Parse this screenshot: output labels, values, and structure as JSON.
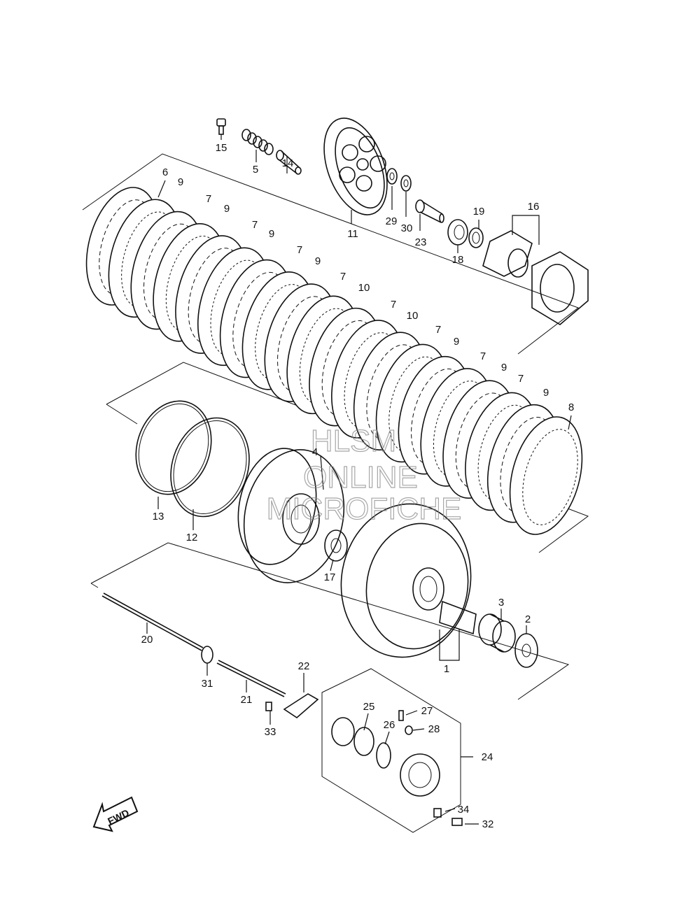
{
  "callouts": [
    {
      "id": "c1",
      "text": "1"
    },
    {
      "id": "c2",
      "text": "2"
    },
    {
      "id": "c3",
      "text": "3"
    },
    {
      "id": "c4",
      "text": "4"
    },
    {
      "id": "c5",
      "text": "5"
    },
    {
      "id": "c6",
      "text": "6"
    },
    {
      "id": "c7a",
      "text": "7"
    },
    {
      "id": "c7b",
      "text": "7"
    },
    {
      "id": "c7c",
      "text": "7"
    },
    {
      "id": "c7d",
      "text": "7"
    },
    {
      "id": "c7e",
      "text": "7"
    },
    {
      "id": "c7f",
      "text": "7"
    },
    {
      "id": "c7g",
      "text": "7"
    },
    {
      "id": "c7h",
      "text": "7"
    },
    {
      "id": "c8",
      "text": "8"
    },
    {
      "id": "c9a",
      "text": "9"
    },
    {
      "id": "c9b",
      "text": "9"
    },
    {
      "id": "c9c",
      "text": "9"
    },
    {
      "id": "c9d",
      "text": "9"
    },
    {
      "id": "c9e",
      "text": "9"
    },
    {
      "id": "c9f",
      "text": "9"
    },
    {
      "id": "c9g",
      "text": "9"
    },
    {
      "id": "c10a",
      "text": "10"
    },
    {
      "id": "c10b",
      "text": "10"
    },
    {
      "id": "c11",
      "text": "11"
    },
    {
      "id": "c12",
      "text": "12"
    },
    {
      "id": "c13",
      "text": "13"
    },
    {
      "id": "c14",
      "text": "14"
    },
    {
      "id": "c15",
      "text": "15"
    },
    {
      "id": "c16",
      "text": "16"
    },
    {
      "id": "c17",
      "text": "17"
    },
    {
      "id": "c18",
      "text": "18"
    },
    {
      "id": "c19",
      "text": "19"
    },
    {
      "id": "c20",
      "text": "20"
    },
    {
      "id": "c21",
      "text": "21"
    },
    {
      "id": "c22",
      "text": "22"
    },
    {
      "id": "c23",
      "text": "23"
    },
    {
      "id": "c24",
      "text": "24"
    },
    {
      "id": "c25",
      "text": "25"
    },
    {
      "id": "c26",
      "text": "26"
    },
    {
      "id": "c27",
      "text": "27"
    },
    {
      "id": "c28",
      "text": "28"
    },
    {
      "id": "c29",
      "text": "29"
    },
    {
      "id": "c30",
      "text": "30"
    },
    {
      "id": "c31",
      "text": "31"
    },
    {
      "id": "c32",
      "text": "32"
    },
    {
      "id": "c33",
      "text": "33"
    },
    {
      "id": "c34",
      "text": "34"
    }
  ],
  "watermark": {
    "line1": "HLSM",
    "line2": "ONLINE",
    "line3": "MICROFICHE"
  },
  "fwd_label": "FWD",
  "icons": {
    "direction": "fwd-arrow-icon"
  }
}
